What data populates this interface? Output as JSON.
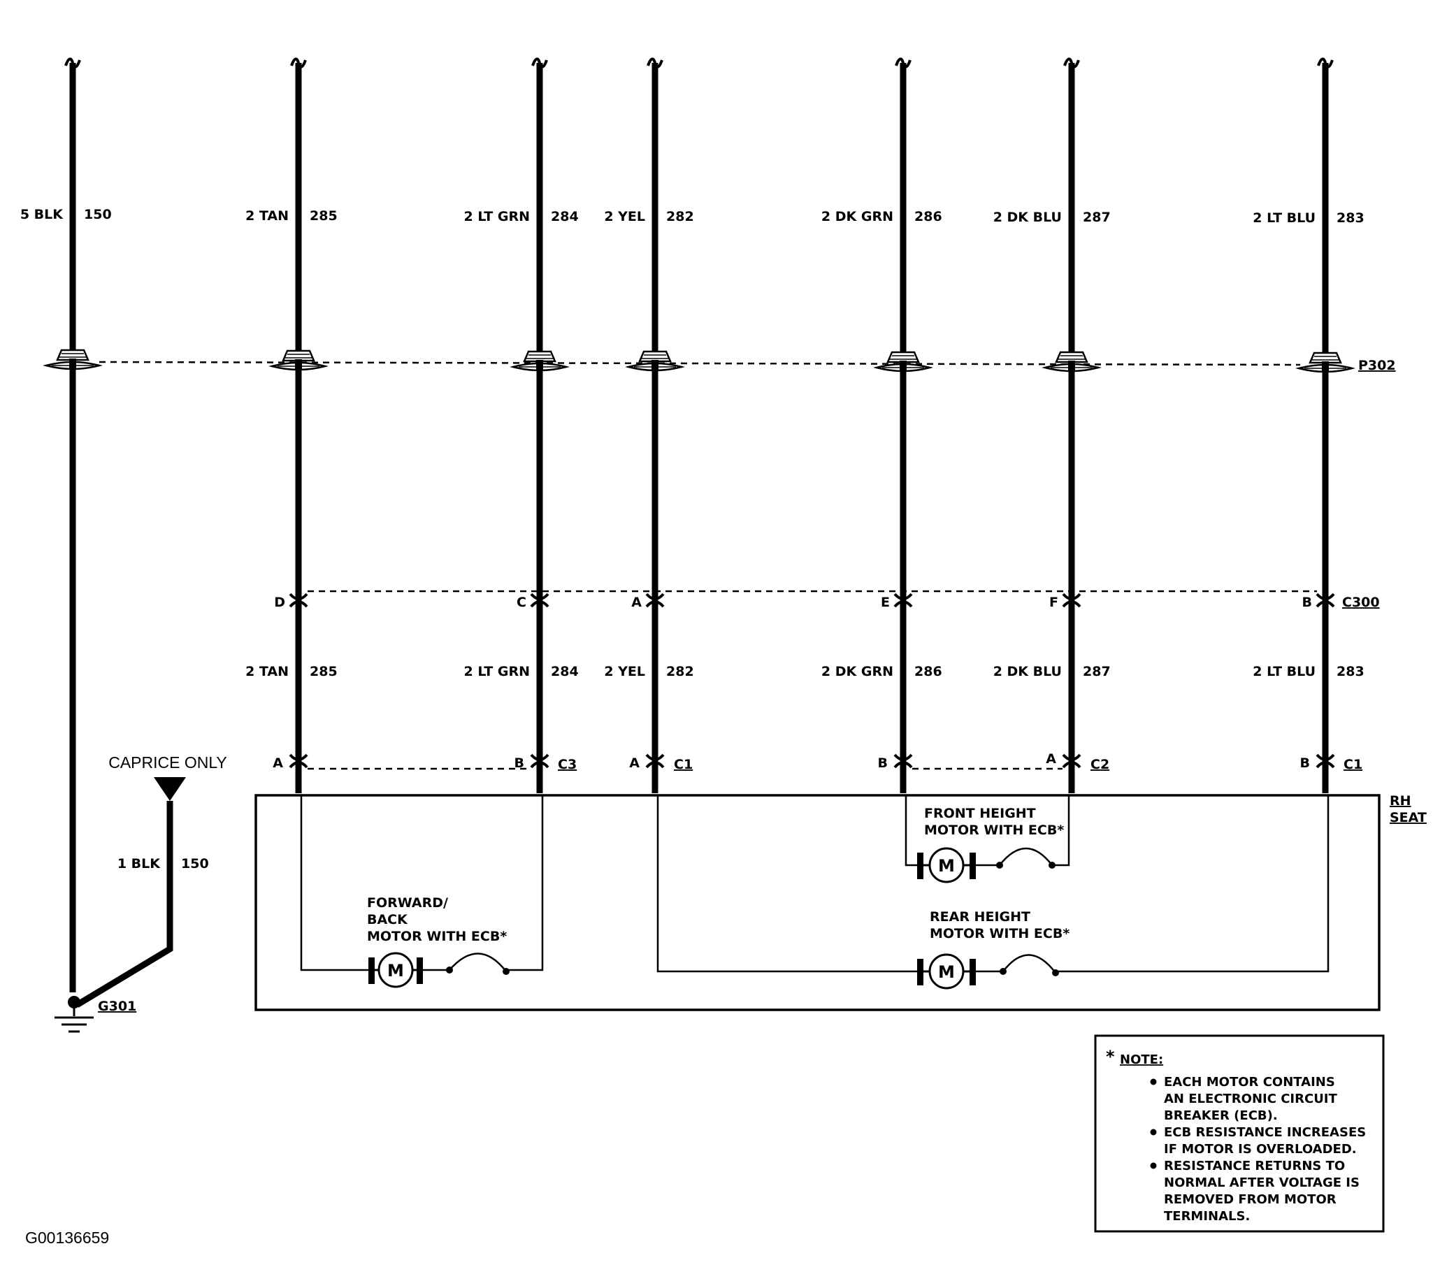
{
  "top_wires": [
    {
      "id": "w150",
      "gauge_color": "5 BLK",
      "circuit": "150"
    },
    {
      "id": "w285",
      "gauge_color": "2 TAN",
      "circuit": "285"
    },
    {
      "id": "w284",
      "gauge_color": "2 LT GRN",
      "circuit": "284"
    },
    {
      "id": "w282",
      "gauge_color": "2 YEL",
      "circuit": "282"
    },
    {
      "id": "w286",
      "gauge_color": "2 DK GRN",
      "circuit": "286"
    },
    {
      "id": "w287",
      "gauge_color": "2 DK BLU",
      "circuit": "287"
    },
    {
      "id": "w283",
      "gauge_color": "2 LT BLU",
      "circuit": "283"
    }
  ],
  "mid_wires": [
    {
      "gauge_color": "2 TAN",
      "circuit": "285",
      "c300_pin": "D",
      "seat_pin": "A"
    },
    {
      "gauge_color": "2 LT GRN",
      "circuit": "284",
      "c300_pin": "C",
      "seat_pin": "B"
    },
    {
      "gauge_color": "2 YEL",
      "circuit": "282",
      "c300_pin": "A",
      "seat_pin": "A"
    },
    {
      "gauge_color": "2 DK GRN",
      "circuit": "286",
      "c300_pin": "E",
      "seat_pin": "B"
    },
    {
      "gauge_color": "2 DK BLU",
      "circuit": "287",
      "c300_pin": "F",
      "seat_pin": "A"
    },
    {
      "gauge_color": "2 LT BLU",
      "circuit": "283",
      "c300_pin": "B",
      "seat_pin": "B"
    }
  ],
  "connectors": {
    "passthrough": "P302",
    "inline": "C300",
    "seat_c3": "C3",
    "seat_c1a": "C1",
    "seat_c2": "C2",
    "seat_c1b": "C1"
  },
  "ground": {
    "label": "G301",
    "caprice_label": "CAPRICE ONLY",
    "caprice_wire_gauge_color": "1 BLK",
    "caprice_wire_circuit": "150"
  },
  "seat": {
    "label_line1": "RH",
    "label_line2": "SEAT"
  },
  "motors": {
    "forward_back": {
      "line1": "FORWARD/",
      "line2": "BACK",
      "line3": "MOTOR WITH ECB*",
      "symbol": "M"
    },
    "front_height": {
      "line1": "FRONT HEIGHT",
      "line2": "MOTOR WITH ECB*",
      "symbol": "M"
    },
    "rear_height": {
      "line1": "REAR HEIGHT",
      "line2": "MOTOR WITH ECB*",
      "symbol": "M"
    }
  },
  "note": {
    "star": "*",
    "title": "NOTE:",
    "bullets": [
      [
        "EACH MOTOR CONTAINS",
        "AN ELECTRONIC CIRCUIT",
        "BREAKER (ECB)."
      ],
      [
        "ECB RESISTANCE INCREASES",
        "IF MOTOR IS OVERLOADED."
      ],
      [
        "RESISTANCE RETURNS TO",
        "NORMAL AFTER VOLTAGE IS",
        "REMOVED FROM MOTOR",
        "TERMINALS."
      ]
    ]
  },
  "figure_id": "G00136659"
}
